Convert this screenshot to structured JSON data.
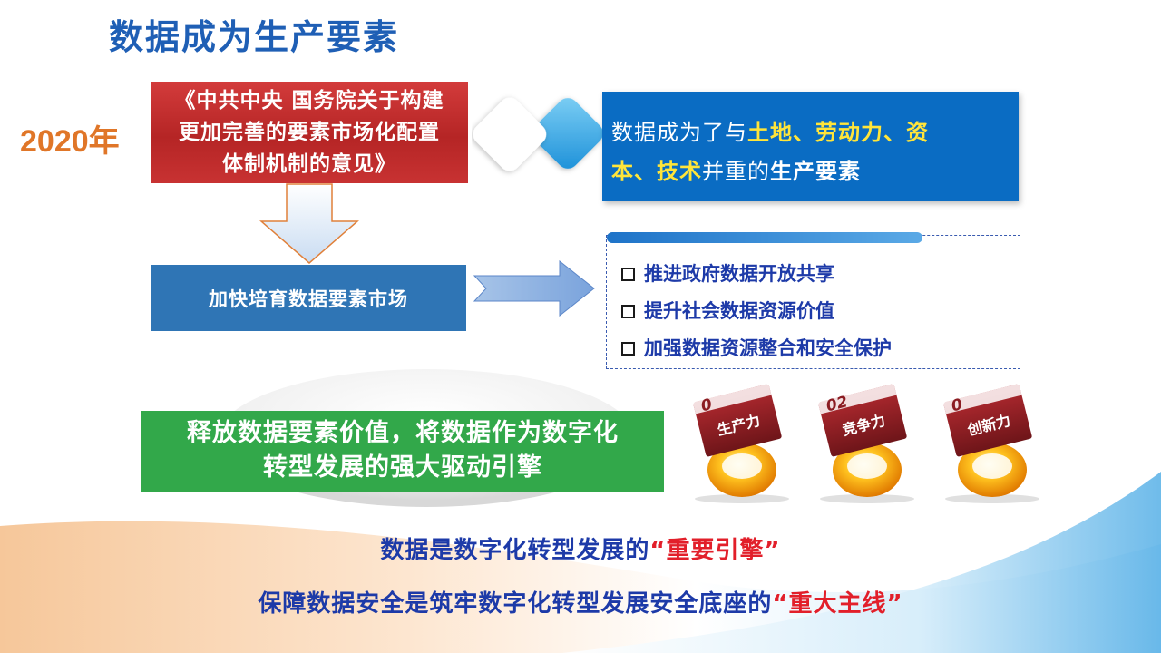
{
  "title": "数据成为生产要素",
  "year": "2020年",
  "policy": {
    "line1": "《中共中央 国务院关于构建",
    "line2": "更加完善的要素市场化配置",
    "line3": "体制机制的意见》"
  },
  "statement": {
    "p1": "数据成为了与",
    "h1": "土地、劳动力、资",
    "h2": "本、技术",
    "p2": "并重的",
    "p3": "生产要素"
  },
  "market": "加快培育数据要素市场",
  "measures": [
    "推进政府数据开放共享",
    "提升社会数据资源价值",
    "加强数据资源整合和安全保护"
  ],
  "green": {
    "line1": "释放数据要素价值，将数据作为数字化",
    "line2": "转型发展的强大驱动引擎"
  },
  "badges": [
    {
      "num": "0",
      "label": "生产力"
    },
    {
      "num": "02",
      "label": "竞争力"
    },
    {
      "num": "0",
      "label": "创新力"
    }
  ],
  "bottom": {
    "line1_blue": "数据是数字化转型发展的",
    "line1_red": "“重要引擎”",
    "line2_blue": "保障数据安全是筑牢数字化转型发展安全底座的",
    "line2_red": "“重大主线”"
  },
  "colors": {
    "title": "#1f5fb5",
    "year": "#e07628",
    "policy_red": "#c62b2b",
    "statement_blue": "#0a6cc3",
    "highlight_yellow": "#ffe53a",
    "market_blue": "#2f75b5",
    "measure_text": "#1d3aa8",
    "green": "#32a84a",
    "badge_red": "#8b1c22",
    "emphasis_red": "#e21f2a"
  }
}
